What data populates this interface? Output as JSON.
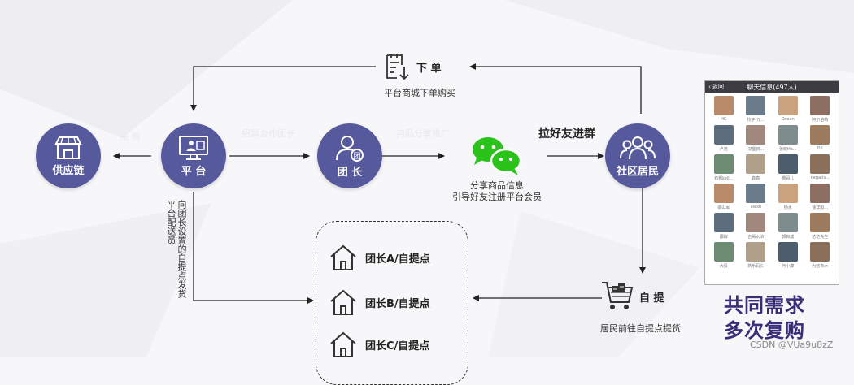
{
  "nodes": {
    "supply": "供应链",
    "platform": "平 台",
    "leader": "团 长",
    "resident": "社区居民"
  },
  "labels": {
    "order_title": "下 单",
    "order_desc": "平台商城下单购买",
    "share_l1": "分享商品信息",
    "share_l2": "引导好友注册平台会员",
    "invite": "拉好友进群",
    "pickup_title": "自 提",
    "pickup_desc": "居民前往自提点提货",
    "delivery_left": "平台配送员",
    "delivery_right": "向团长设置的自提点发货"
  },
  "faint": {
    "purchase": "采 购",
    "recruit": "招募合作团长",
    "share_goods": "商品分享推广"
  },
  "points": [
    "团长A/自提点",
    "团长B/自提点",
    "团长C/自提点"
  ],
  "chat": {
    "back": "返回",
    "title": "聊天信息(497人)",
    "members": [
      "HC",
      "牧子-元...",
      "Ocean",
      "阿尔伯特",
      "卢浩",
      "汉堡叔...",
      "张晓Ha...",
      "DK",
      "石榴kell...",
      "真真",
      "慢哥儿",
      "negativ...",
      "梁山军",
      "alexli",
      "杨水",
      "徐洋阳...",
      "跟踪",
      "吉哥水浒",
      "郭启成",
      "达达先生",
      "大役",
      "新乐码头",
      "阿小康",
      "为啥布木"
    ]
  },
  "slogan": [
    "共同需求",
    "多次复购"
  ],
  "footer": "CSDN @VUa9u8zZ",
  "colors": {
    "node": "#565a9d",
    "wechat": "#2bc21b",
    "slogan": "#3a2d7a"
  }
}
